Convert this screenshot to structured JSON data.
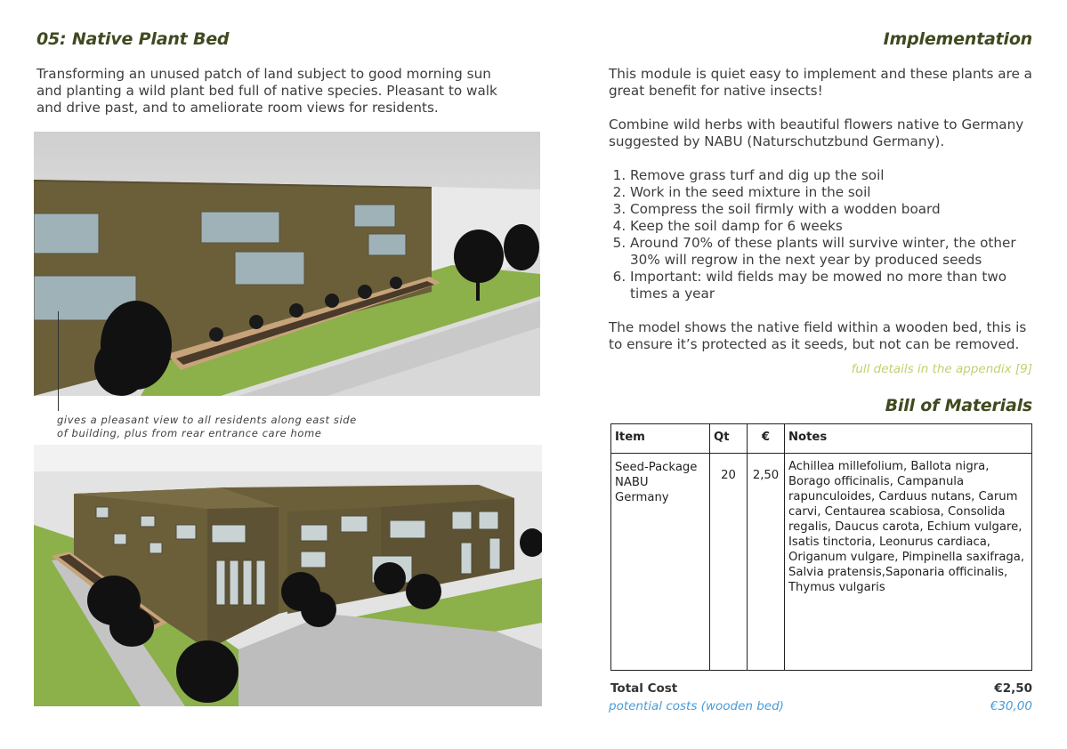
{
  "left": {
    "heading": "05: Native Plant Bed",
    "intro": "Transforming an unused patch of land subject to good morning sun and planting a wild plant bed full of native species. Pleasant to walk and drive past, and to ameliorate room views for residents.",
    "caption": "gives a pleasant view to all residents along east side of building, plus from rear entrance care home"
  },
  "right": {
    "heading": "Implementation",
    "para1": "This module is quiet easy to implement and these plants are a great benefit for native insects!",
    "para2": "Combine wild herbs with beautiful flowers native to Germany suggested by NABU (Naturschutzbund Germany).",
    "steps": [
      "Remove grass turf and dig up the soil",
      "Work in the seed mixture in the soil",
      "Compress the soil firmly with a wodden board",
      "Keep the soil damp for 6 weeks",
      "Around 70% of these plants will survive winter, the other 30% will regrow in the next year by produced seeds",
      "Important: wild fields may be mowed no more than two times a year"
    ],
    "para3": "The model shows the native field within a wooden bed, this is to ensure it’s protected as it seeds, but not can be removed.",
    "appendix": "full details in the appendix [9]",
    "bom_heading": "Bill of Materials",
    "table": {
      "headers": [
        "Item",
        "Qt",
        "€",
        "Notes"
      ],
      "row": {
        "item": "Seed-Package NABU Germany",
        "qt": "20",
        "price": "2,50",
        "notes": "Achillea millefolium, Ballota nigra, Borago officinalis, Campanula rapunculoides, Carduus nutans, Carum carvi, Centaurea scabiosa, Consolida regalis, Daucus carota, Echium vulgare, Isatis tinctoria, Leonurus cardiaca, Origanum vulgare, Pimpinella saxifraga, Salvia pratensis,Saponaria officinalis, Thymus vulgaris"
      }
    },
    "total_label": "Total Cost",
    "total_value": "€2,50",
    "potential_label": "potential costs (wooden bed)",
    "potential_value": "€30,00"
  },
  "colors": {
    "heading": "#3f4a20",
    "building": "#6b5f3a",
    "grass": "#8cb04a",
    "appendix": "#c3cf6e",
    "potential": "#4a9bd6"
  }
}
